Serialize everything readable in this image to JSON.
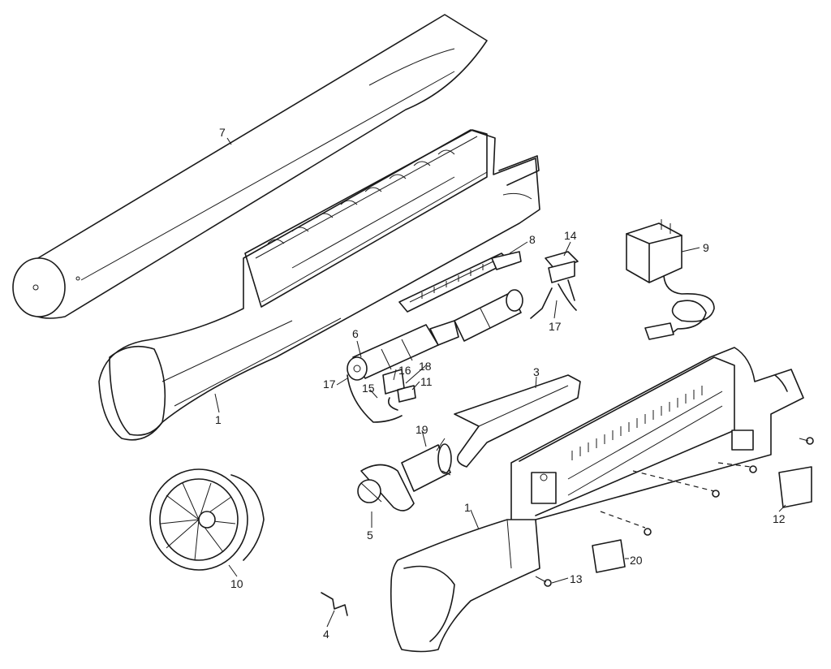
{
  "labels": {
    "l1a": "1",
    "l1b": "1",
    "l3": "3",
    "l4": "4",
    "l5": "5",
    "l6": "6",
    "l7": "7",
    "l8": "8",
    "l9": "9",
    "l10": "10",
    "l11": "11",
    "l12": "12",
    "l13": "13",
    "l14": "14",
    "l15": "15",
    "l16": "16",
    "l17a": "17",
    "l17b": "17",
    "l18": "18",
    "l19": "19",
    "l20": "20"
  }
}
